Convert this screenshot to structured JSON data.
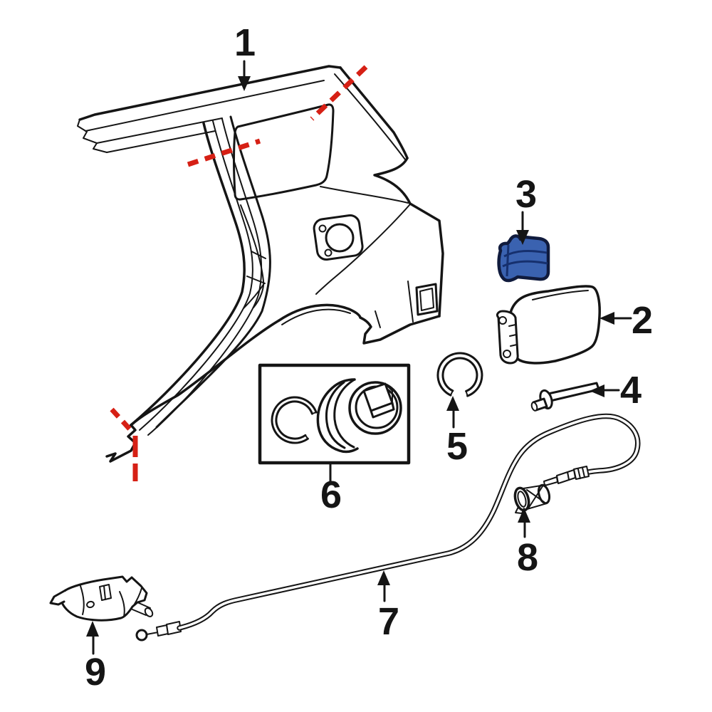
{
  "figure": {
    "background": "#ffffff",
    "line_color": "#151515",
    "cut_line_color": "#d62015",
    "highlight_fill": "#3a62b0",
    "highlight_outline": "#101b3d",
    "callouts": [
      {
        "label": "1"
      },
      {
        "label": "2"
      },
      {
        "label": "3"
      },
      {
        "label": "4"
      },
      {
        "label": "5"
      },
      {
        "label": "6"
      },
      {
        "label": "7"
      },
      {
        "label": "8"
      },
      {
        "label": "9"
      }
    ]
  }
}
